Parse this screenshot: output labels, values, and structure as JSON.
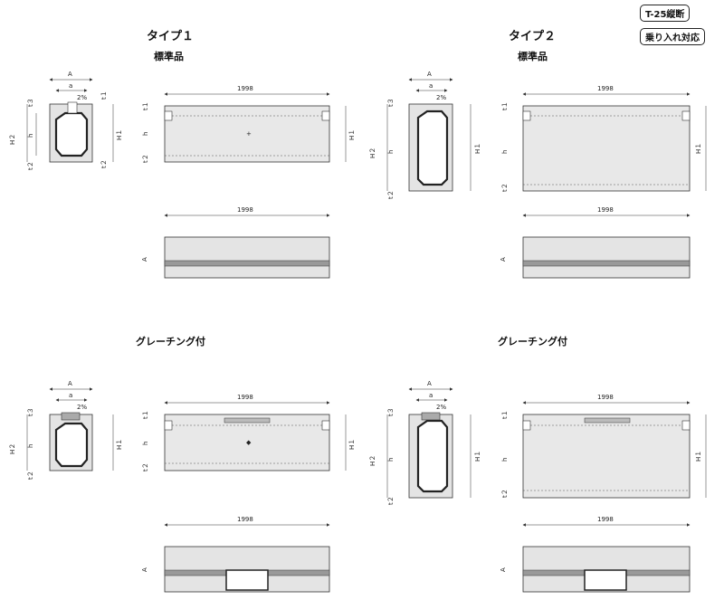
{
  "badges": {
    "main": "T-25縦断",
    "sub": "乗り入れ対応"
  },
  "types": [
    {
      "title": "タイプ１",
      "std_label": "標準品",
      "grating_label": "グレーチング付"
    },
    {
      "title": "タイプ２",
      "std_label": "標準品",
      "grating_label": "グレーチング付"
    }
  ],
  "dims": {
    "length": "1998",
    "A": "A",
    "a": "a",
    "slope": "2%",
    "H1": "H１",
    "H2": "H２",
    "h": "h",
    "t1": "t１",
    "t2": "t２",
    "t3": "t３"
  }
}
